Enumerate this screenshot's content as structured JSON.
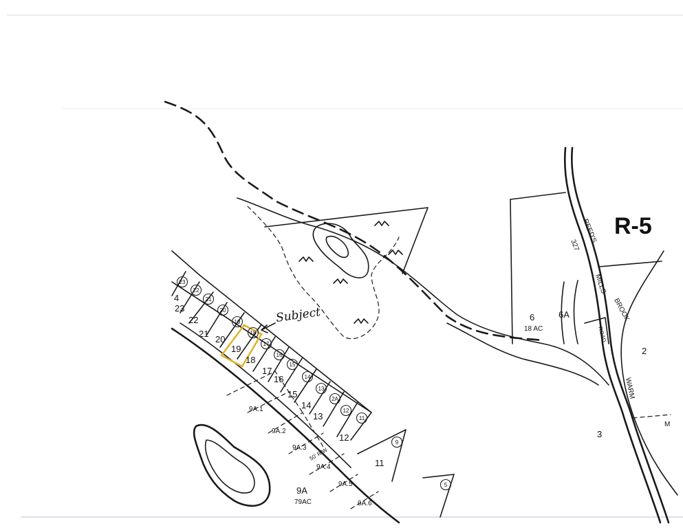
{
  "map": {
    "sheet_label": "R-5",
    "road_labels": {
      "reeds": "REED'S",
      "road_number": "327",
      "mills": "MILLS",
      "road": "ROAD",
      "warm": "WARM",
      "brook": "BROOK"
    },
    "annotation": "Subject",
    "subject_lot": "19",
    "parcels": [
      {
        "label": "23"
      },
      {
        "label": "22"
      },
      {
        "label": "21"
      },
      {
        "label": "20"
      },
      {
        "label": "19"
      },
      {
        "label": "18"
      },
      {
        "label": "17"
      },
      {
        "label": "16"
      },
      {
        "label": "15"
      },
      {
        "label": "14"
      },
      {
        "label": "13"
      },
      {
        "label": "12"
      },
      {
        "label": "11"
      },
      {
        "label": "9A.1"
      },
      {
        "label": "9A.2"
      },
      {
        "label": "9A.3"
      },
      {
        "label": "9A.4"
      },
      {
        "label": "9A.5"
      },
      {
        "label": "9A.6"
      },
      {
        "label": "9A"
      },
      {
        "label": "79AC"
      },
      {
        "label": "6"
      },
      {
        "label": "18 AC"
      },
      {
        "label": "6A"
      },
      {
        "label": "2"
      },
      {
        "label": "3"
      },
      {
        "label": "M"
      },
      {
        "label": "4"
      }
    ],
    "circled_numbers": [
      "23",
      "22",
      "21",
      "20",
      "19",
      "18",
      "17",
      "16",
      "15",
      "14",
      "13",
      "2A",
      "12",
      "11",
      "9",
      "5"
    ],
    "row_way_label": "50' R/W",
    "colors": {
      "subject_outline": "#e0b22a",
      "ink": "#1a1a1a"
    }
  }
}
